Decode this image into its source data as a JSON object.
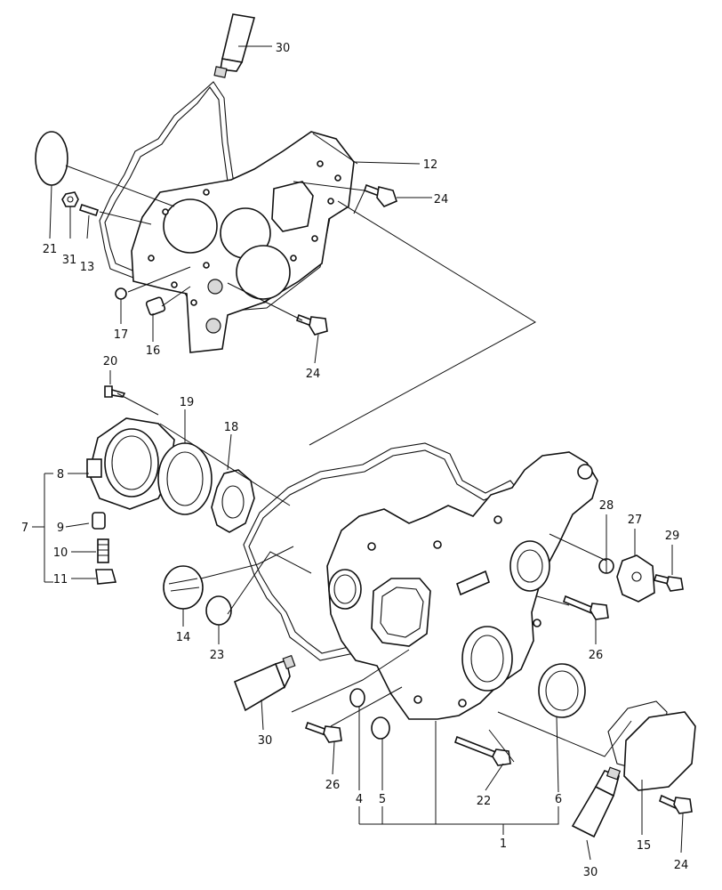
{
  "callouts": {
    "c1": "1",
    "c4": "4",
    "c5": "5",
    "c6": "6",
    "c7": "7",
    "c8": "8",
    "c9": "9",
    "c10": "10",
    "c11": "11",
    "c12": "12",
    "c13": "13",
    "c14": "14",
    "c15": "15",
    "c16": "16",
    "c17": "17",
    "c18": "18",
    "c19": "19",
    "c20": "20",
    "c21": "21",
    "c22": "22",
    "c23": "23",
    "c24a": "24",
    "c24b": "24",
    "c24c": "24",
    "c26a": "26",
    "c26b": "26",
    "c27": "27",
    "c28": "28",
    "c29": "29",
    "c30a": "30",
    "c30b": "30",
    "c30c": "30",
    "c31": "31"
  }
}
